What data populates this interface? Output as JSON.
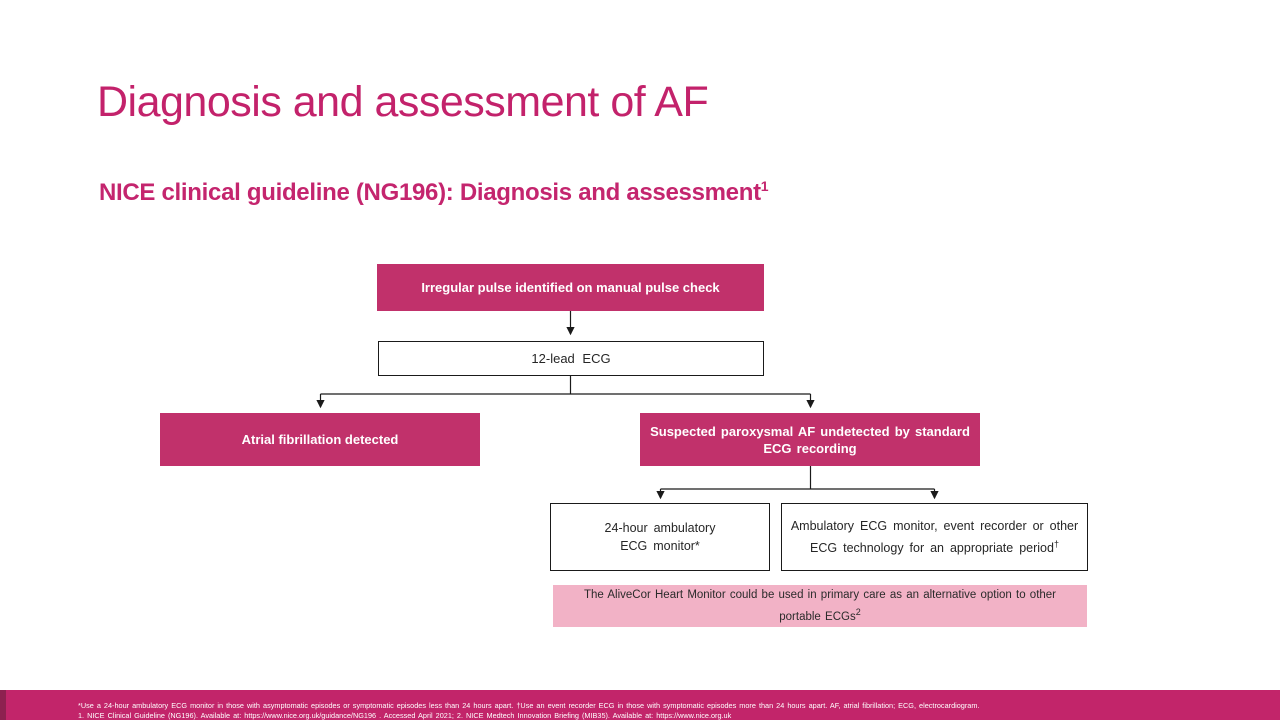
{
  "slide": {
    "title": "Diagnosis and assessment of AF",
    "subtitle": "NICE clinical guideline (NG196): Diagnosis and assessment",
    "subtitle_sup": "1"
  },
  "flowchart": {
    "irregular_pulse": "Irregular pulse identified on manual pulse check",
    "ecg_12_lead": "12-lead ECG",
    "af_detected": "Atrial fibrillation detected",
    "suspected_line1": "Suspected paroxysmal AF undetected by standard",
    "suspected_line2": "ECG recording",
    "monitor24_line1": "24-hour ambulatory",
    "monitor24_line2": "ECG monitor*",
    "ambulatory_line1": "Ambulatory ECG monitor, event recorder or other",
    "ambulatory_line2": "ECG technology for an appropriate period",
    "ambulatory_sup": "†",
    "alivecor_line1": "The AliveCor Heart Monitor could be used in primary care as an alternative option to other",
    "alivecor_line2": "portable ECGs",
    "alivecor_sup": "2"
  },
  "footer": {
    "line1": "*Use a 24-hour ambulatory ECG monitor in those with asymptomatic episodes or symptomatic episodes less than 24 hours apart. †Use an event recorder ECG in those with symptomatic episodes more than 24 hours apart. AF, atrial fibrillation; ECG, electrocardiogram.",
    "line2": "1. NICE Clinical Guideline (NG196). Available at: https://www.nice.org.uk/guidance/NG196 . Accessed April 2021; 2. NICE Medtech Innovation Briefing (MIB35). Available at: https://www.nice.org.uk"
  },
  "colors": {
    "title_magenta": "#C3226B",
    "box_magenta": "#C1316B",
    "footer_magenta": "#C2256A",
    "note_pink": "#F2B2C6"
  }
}
